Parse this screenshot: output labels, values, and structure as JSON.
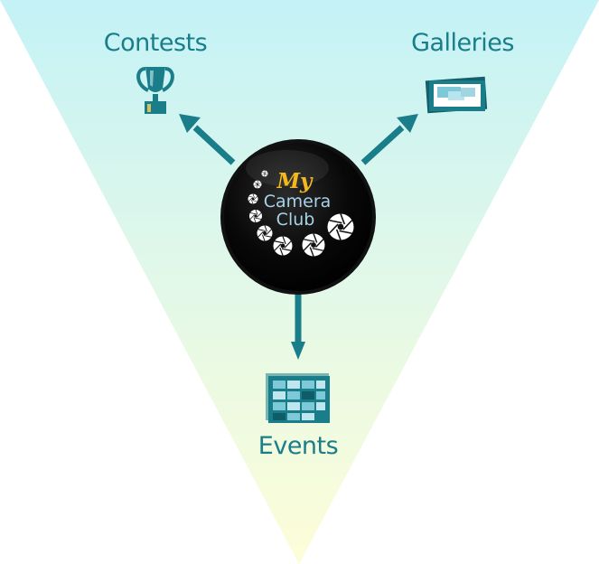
{
  "colors": {
    "teal": "#1a7d8a",
    "teal_dark": "#0f5d68",
    "bg_top": "#c9f3f6",
    "bg_bottom": "#fdfde0",
    "logo_bg": "#050505",
    "logo_yellow": "#f4b81f",
    "logo_text": "#a6d3e8"
  },
  "nodes": {
    "contests": {
      "label": "Contests",
      "icon": "trophy-icon"
    },
    "galleries": {
      "label": "Galleries",
      "icon": "gallery-frame-icon"
    },
    "events": {
      "label": "Events",
      "icon": "calendar-icon"
    }
  },
  "logo": {
    "line1": "My",
    "line2": "Camera",
    "line3": "Club",
    "icon": "camera-shutter-icon"
  }
}
